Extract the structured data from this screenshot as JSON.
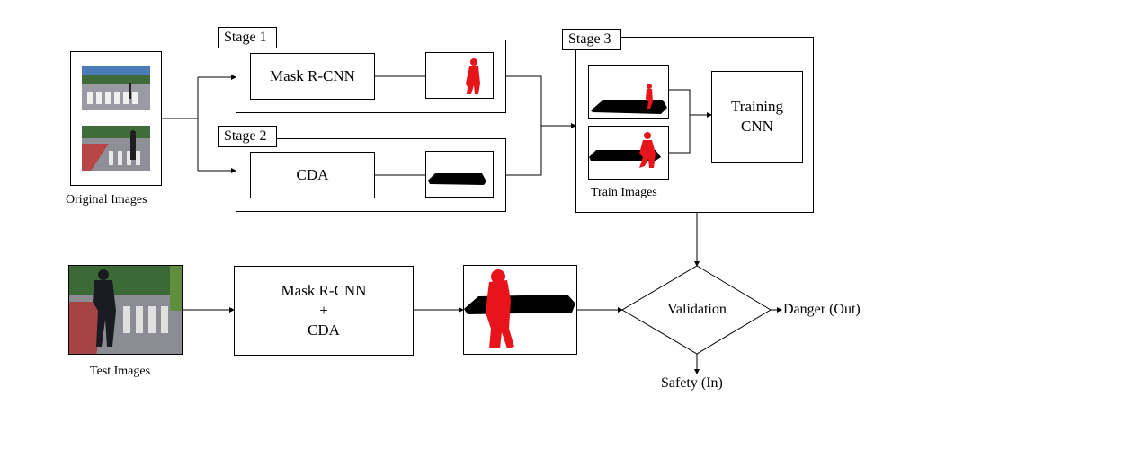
{
  "stages": {
    "stage1": "Stage 1",
    "stage2": "Stage 2",
    "stage3": "Stage 3"
  },
  "labels": {
    "original_images": "Original Images",
    "train_images": "Train Images",
    "test_images": "Test Images"
  },
  "boxes": {
    "mask_rcnn": "Mask R-CNN",
    "cda": "CDA",
    "training_cnn_line1": "Training",
    "training_cnn_line2": "CNN",
    "combined_line1": "Mask R-CNN",
    "combined_line2": "+",
    "combined_line3": "CDA",
    "validation": "Validation"
  },
  "outcomes": {
    "danger": "Danger (Out)",
    "safety": "Safety (In)"
  },
  "colors": {
    "mask_red": "#e8141b",
    "mask_black": "#000000",
    "line": "#000000"
  }
}
